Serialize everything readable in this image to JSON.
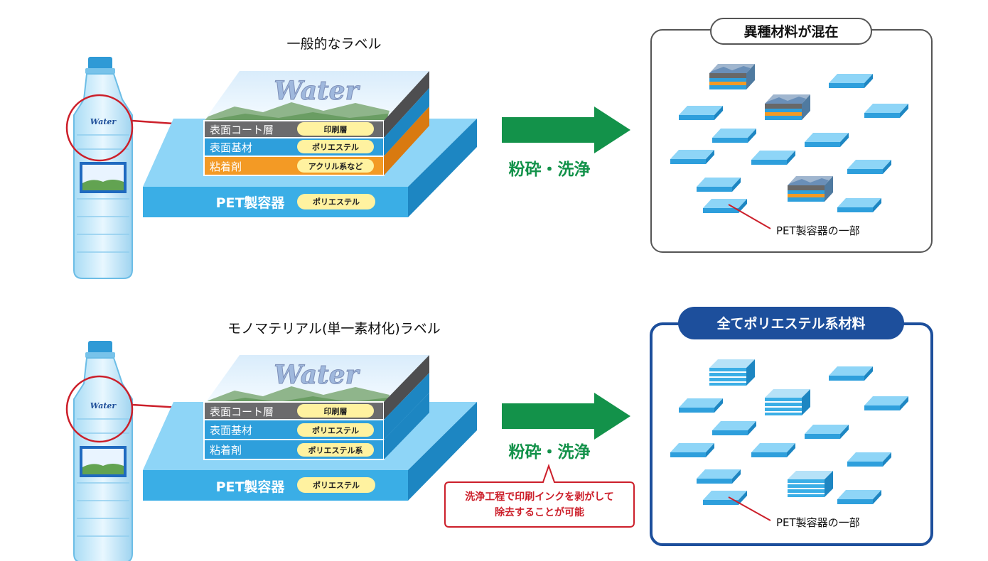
{
  "top": {
    "title": "一般的なラベル",
    "layers": {
      "coat": {
        "label": "表面コート層",
        "material": "印刷層"
      },
      "base": {
        "label": "表面基材",
        "material": "ポリエステル"
      },
      "adhesive": {
        "label": "粘着剤",
        "material": "アクリル系など"
      }
    },
    "container": {
      "label": "PET製容器",
      "material": "ポリエステル"
    },
    "process": "粉砕・洗浄",
    "result_title": "異種材料が混在",
    "result_caption": "PET製容器の一部"
  },
  "bottom": {
    "title": "モノマテリアル(単一素材化)ラベル",
    "layers": {
      "coat": {
        "label": "表面コート層",
        "material": "印刷層"
      },
      "base": {
        "label": "表面基材",
        "material": "ポリエステル"
      },
      "adhesive": {
        "label": "粘着剤",
        "material": "ポリエステル系"
      }
    },
    "container": {
      "label": "PET製容器",
      "material": "ポリエステル"
    },
    "process": "粉砕・洗浄",
    "note_line1": "洗浄工程で印刷インクを剥がして",
    "note_line2": "除去することが可能",
    "result_title": "全てポリエステル系材料",
    "result_caption": "PET製容器の一部"
  },
  "label_text": "Water",
  "colors": {
    "pet_blue": "#3aaee6",
    "arrow_green": "#13924a",
    "circle_red": "#cc1f2a",
    "adhesive_orange": "#f39a25",
    "coat_gray": "#6b6b6d",
    "pill_yellow": "#fff2a0",
    "box_blue": "#1d4f9c"
  }
}
